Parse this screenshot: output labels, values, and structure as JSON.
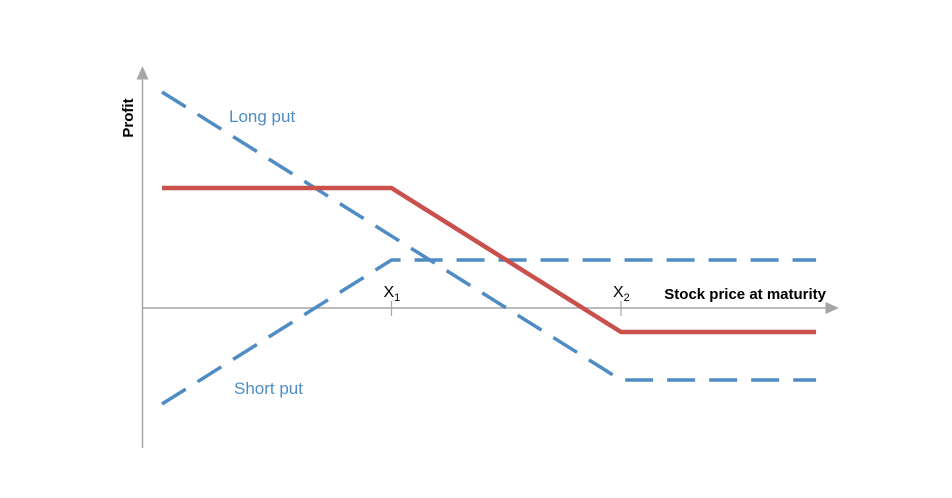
{
  "chart_data": {
    "type": "line",
    "title": "",
    "xlabel": "Stock price at maturity",
    "ylabel": "Profit",
    "x_ticks": [
      {
        "value": 1,
        "label": "X",
        "sub": "1"
      },
      {
        "value": 2,
        "label": "X",
        "sub": "2"
      }
    ],
    "xlim": [
      -0.05,
      2.95
    ],
    "ylim": [
      -1.25,
      2.05
    ],
    "colors": {
      "dashed": "#4f8cc4",
      "solid": "#c9504b"
    },
    "series": [
      {
        "id": "long-put",
        "name": "Long put",
        "style": "dashed",
        "color": "#4f8cc4",
        "x": [
          0,
          2,
          2.85
        ],
        "y": [
          1.8,
          -0.6,
          -0.6
        ]
      },
      {
        "id": "short-put",
        "name": "Short put",
        "style": "dashed",
        "color": "#4f8cc4",
        "x": [
          0,
          1,
          2.85
        ],
        "y": [
          -0.8,
          0.4,
          0.4
        ]
      },
      {
        "id": "bear-spread",
        "name": "",
        "style": "solid",
        "color": "#c9504b",
        "x": [
          0,
          1,
          2,
          2.85
        ],
        "y": [
          1.0,
          1.0,
          -0.2,
          -0.2
        ]
      }
    ]
  }
}
